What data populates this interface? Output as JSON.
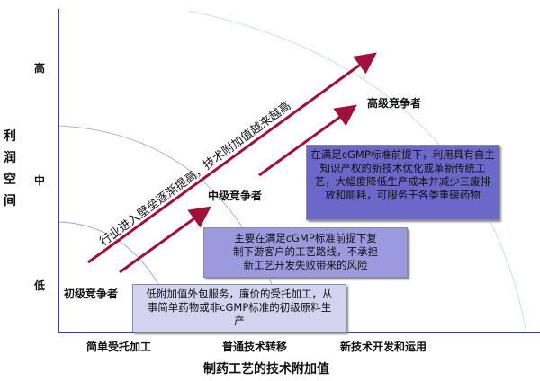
{
  "y_axis": {
    "title": "利润空间",
    "ticks": [
      "高",
      "中",
      "低"
    ]
  },
  "x_axis": {
    "title": "制药工艺的技术附加值",
    "ticks": [
      "简单受托加工",
      "普通技术转移",
      "新技术开发和运用"
    ]
  },
  "trend_label": "行业进入壁垒逐渐提高，技术附加值越来越高",
  "levels": [
    {
      "name": "高级竞争者",
      "desc": "在满足cGMP标准前提下，利用具有自主知识产权的新技术优化或革新传统工艺，大幅度降低生产成本并减少三废排放和能耗，可服务于各类重磅药物",
      "color": "#6c68c9"
    },
    {
      "name": "中级竞争者",
      "desc": "主要在满足cGMP标准前提下复制下游客户的工艺路线，不承担新工艺开发失败带来的风险",
      "color": "#9c9ade"
    },
    {
      "name": "初级竞争者",
      "desc": "低附加值外包服务，廉价的受托加工，从事简单药物或非cGMP标准的初级原料生产",
      "color": "#d4d4f0"
    }
  ],
  "colors": {
    "axis": "#3b3bb0",
    "arrow": "#a0103a",
    "arc": "#a8a8dc"
  }
}
